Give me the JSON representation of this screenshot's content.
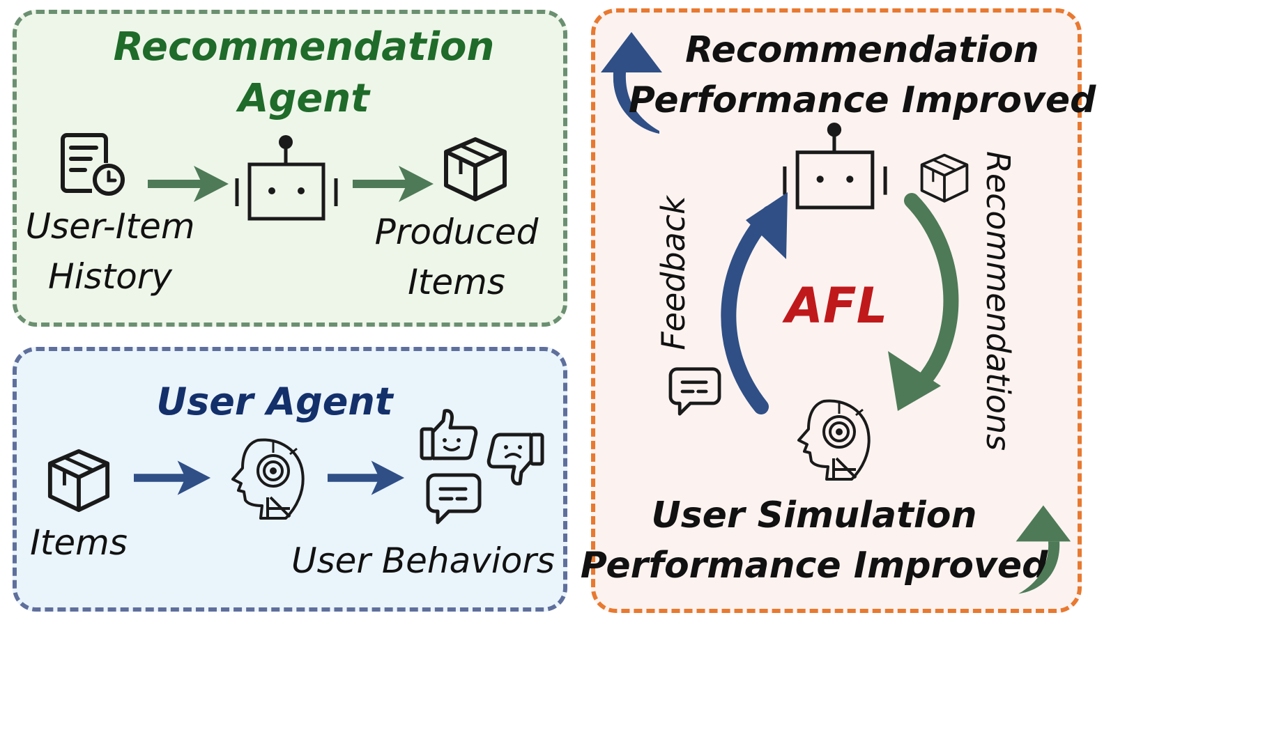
{
  "rec_agent_panel": {
    "title_line1": "Recommendation",
    "title_line2": "Agent",
    "input_label_line1": "User-Item",
    "input_label_line2": "History",
    "output_label_line1": "Produced",
    "output_label_line2": "Items"
  },
  "user_agent_panel": {
    "title": "User Agent",
    "input_label": "Items",
    "output_label": "User Behaviors"
  },
  "afl_panel": {
    "top_title_line1": "Recommendation",
    "top_title_line2": "Performance Improved",
    "center_label": "AFL",
    "feedback_label": "Feedback",
    "recommendations_label": "Recommendations",
    "bottom_title_line1": "User Simulation",
    "bottom_title_line2": "Performance Improved"
  },
  "colors": {
    "green_dark": "#1f6b2a",
    "green_arrow": "#4e7a57",
    "green_bg": "#eef6e9",
    "green_border": "#6b8f71",
    "blue_dark": "#13306b",
    "blue_arrow": "#2f4f86",
    "blue_bg": "#eaf4fb",
    "blue_border": "#5f6f9c",
    "orange_border": "#e87930",
    "orange_bg": "#fcf3f0",
    "red_text": "#c0191b",
    "icon_dark": "#1a1a1a"
  },
  "icons": {
    "history": "document-clock-icon",
    "agent": "robot-icon",
    "item": "package-box-icon",
    "user": "ai-head-icon",
    "like": "thumbs-up-icon",
    "dislike": "thumbs-down-icon",
    "comment": "chat-bubble-icon",
    "up": "curved-up-arrow-icon"
  }
}
